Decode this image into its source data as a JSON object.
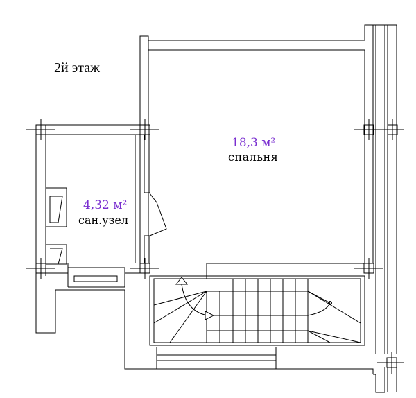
{
  "floor_label": "2й этаж",
  "rooms": [
    {
      "area": "18,3 м²",
      "name": "спальня"
    },
    {
      "area": "4,32 м²",
      "name": "сан.узел"
    }
  ],
  "colors": {
    "line": "#000000",
    "area_text": "#7a2fd0",
    "background": "#ffffff"
  }
}
